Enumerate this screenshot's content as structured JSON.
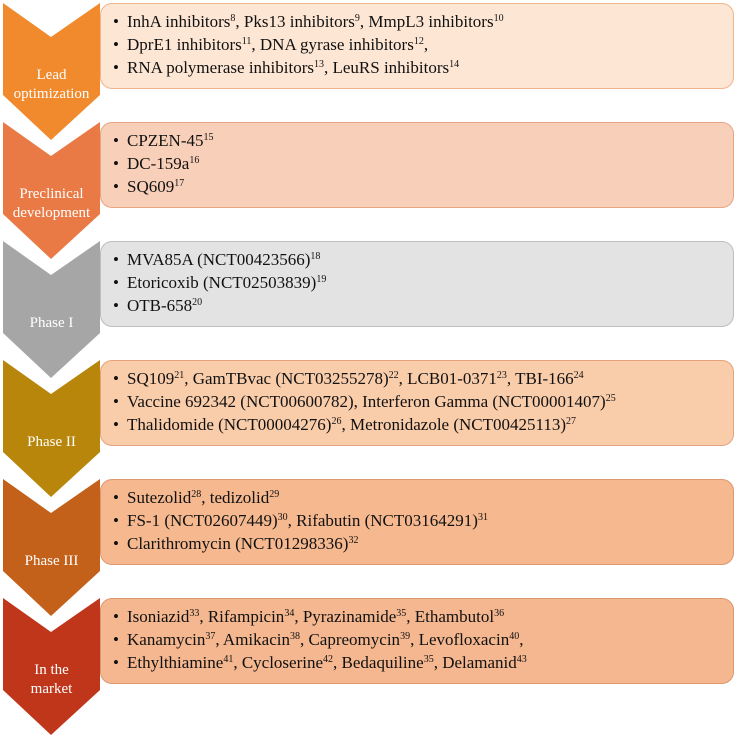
{
  "stages": [
    {
      "label": [
        "Lead",
        "optimization"
      ],
      "chevron_color": "#f08a2c",
      "box_color": "#fde6d4",
      "box_border": "#f2b48a",
      "items": [
        [
          [
            "InhA inhibitors",
            "8"
          ],
          [
            ", Pks13 inhibitors",
            "9"
          ],
          [
            ", MmpL3 inhibitors",
            "10"
          ]
        ],
        [
          [
            "DprE1 inhibitors",
            "11"
          ],
          [
            ", DNA gyrase inhibitors",
            "12"
          ],
          [
            ",",
            ""
          ]
        ],
        [
          [
            "RNA polymerase inhibitors",
            "13"
          ],
          [
            ", LeuRS inhibitors",
            "14"
          ]
        ]
      ]
    },
    {
      "label": [
        "Preclinical",
        "development"
      ],
      "chevron_color": "#ea7a45",
      "box_color": "#f8cfb8",
      "box_border": "#e7a586",
      "items": [
        [
          [
            "CPZEN-45",
            "15"
          ]
        ],
        [
          [
            "DC-159a",
            "16"
          ]
        ],
        [
          [
            "SQ609",
            "17"
          ]
        ]
      ]
    },
    {
      "label": [
        "Phase I"
      ],
      "chevron_color": "#a6a6a6",
      "box_color": "#e3e3e3",
      "box_border": "#bdbdbd",
      "items": [
        [
          [
            "MVA85A  (NCT00423566)",
            "18"
          ]
        ],
        [
          [
            "Etoricoxib (NCT02503839)",
            "19"
          ]
        ],
        [
          [
            "OTB-658",
            "20"
          ]
        ]
      ]
    },
    {
      "label": [
        "Phase II"
      ],
      "chevron_color": "#b8860b",
      "box_color": "#f9ccaa",
      "box_border": "#e3a37c",
      "items": [
        [
          [
            "SQ109",
            "21"
          ],
          [
            ", GamTBvac (NCT03255278)",
            "22"
          ],
          [
            ", LCB01-0371",
            "23"
          ],
          [
            ", TBI-166",
            "24"
          ]
        ],
        [
          [
            "Vaccine 692342 (NCT00600782),  Interferon Gamma (NCT00001407)",
            "25"
          ]
        ],
        [
          [
            "Thalidomide (NCT00004276)",
            "26"
          ],
          [
            ", Metronidazole (NCT00425113)",
            "27"
          ]
        ]
      ]
    },
    {
      "label": [
        "Phase III"
      ],
      "chevron_color": "#c3601a",
      "box_color": "#f5b88f",
      "box_border": "#dd9870",
      "items": [
        [
          [
            "Sutezolid",
            "28"
          ],
          [
            ", tedizolid",
            "29"
          ]
        ],
        [
          [
            "FS-1 (NCT02607449)",
            "30"
          ],
          [
            ", Rifabutin (NCT03164291)",
            "31"
          ]
        ],
        [
          [
            "Clarithromycin (NCT01298336)",
            "32"
          ]
        ]
      ]
    },
    {
      "label": [
        "In the",
        "market"
      ],
      "chevron_color": "#c0361a",
      "box_color": "#f4b78f",
      "box_border": "#dd9870",
      "items": [
        [
          [
            "Isoniazid",
            "33"
          ],
          [
            ", Rifampicin",
            "34"
          ],
          [
            ", Pyrazinamide",
            "35"
          ],
          [
            ", Ethambutol",
            "36"
          ]
        ],
        [
          [
            "Kanamycin",
            "37"
          ],
          [
            ", Amikacin",
            "38"
          ],
          [
            ", Capreomycin",
            "39"
          ],
          [
            ", Levofloxacin",
            "40"
          ],
          [
            ",",
            ""
          ]
        ],
        [
          [
            "Ethylthiamine",
            "41"
          ],
          [
            ", Cycloserine",
            "42"
          ],
          [
            ", Bedaquiline",
            "35"
          ],
          [
            ", Delamanid",
            "43"
          ]
        ]
      ]
    }
  ]
}
